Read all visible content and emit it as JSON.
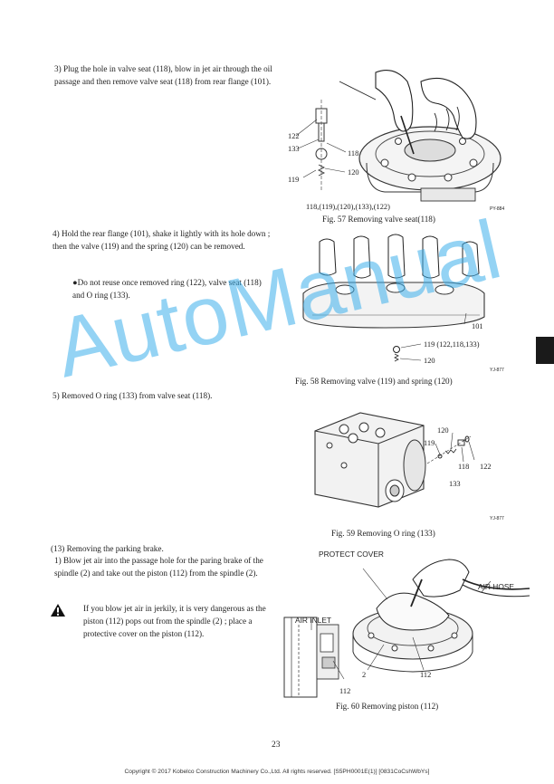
{
  "steps": {
    "s3": "3)  Plug the hole in valve seat (118), blow in jet air through the oil passage and then remove valve seat (118) from rear flange (101).",
    "s4": "4)  Hold the rear flange (101), shake it lightly with its hole down ; then the valve (119) and the spring (120) can be removed.",
    "s4_note": "Do not reuse once removed ring (122), valve seat (118) and O ring (133).",
    "s5": "5)  Removed O ring (133) from valve seat (118).",
    "s13_title": "(13)  Removing the parking brake.",
    "s13_1": "1)  Blow jet air into the passage hole for the paring brake of the spindle (2) and take out the piston (112) from the spindle (2).",
    "warning": "If you blow jet air in jerkily, it is very dangerous as the piston (112) pops out from the spindle (2) ; place a protective cover on the piston (112)."
  },
  "fig57": {
    "caption": "Fig. 57   Removing valve seat(118)",
    "labels": [
      "122",
      "133",
      "118",
      "120",
      "119",
      "118,(119),(120),(133),(122)"
    ],
    "code": "PY-884"
  },
  "fig58": {
    "caption": "Fig. 58   Removing valve (119) and spring (120)",
    "labels": [
      "101",
      "119 (122,118,133)",
      "120"
    ],
    "code": "YJ-877"
  },
  "fig59": {
    "caption": "Fig. 59   Removing O ring (133)",
    "labels": [
      "120",
      "119",
      "118",
      "122",
      "133"
    ],
    "code": "YJ-877"
  },
  "fig60": {
    "caption": "Fig. 60   Removing piston (112)",
    "labels": [
      "PROTECT COVER",
      "AIR HOSE",
      "AIR INLET",
      "2",
      "112",
      "112"
    ]
  },
  "watermark": "AutoManual",
  "page_number": "23",
  "footer": "Copyright © 2017 Kobelco Construction Machinery Co.,Ltd. All rights reserved. [S5PH0001E(1)] [0831CoCshWbYs]"
}
